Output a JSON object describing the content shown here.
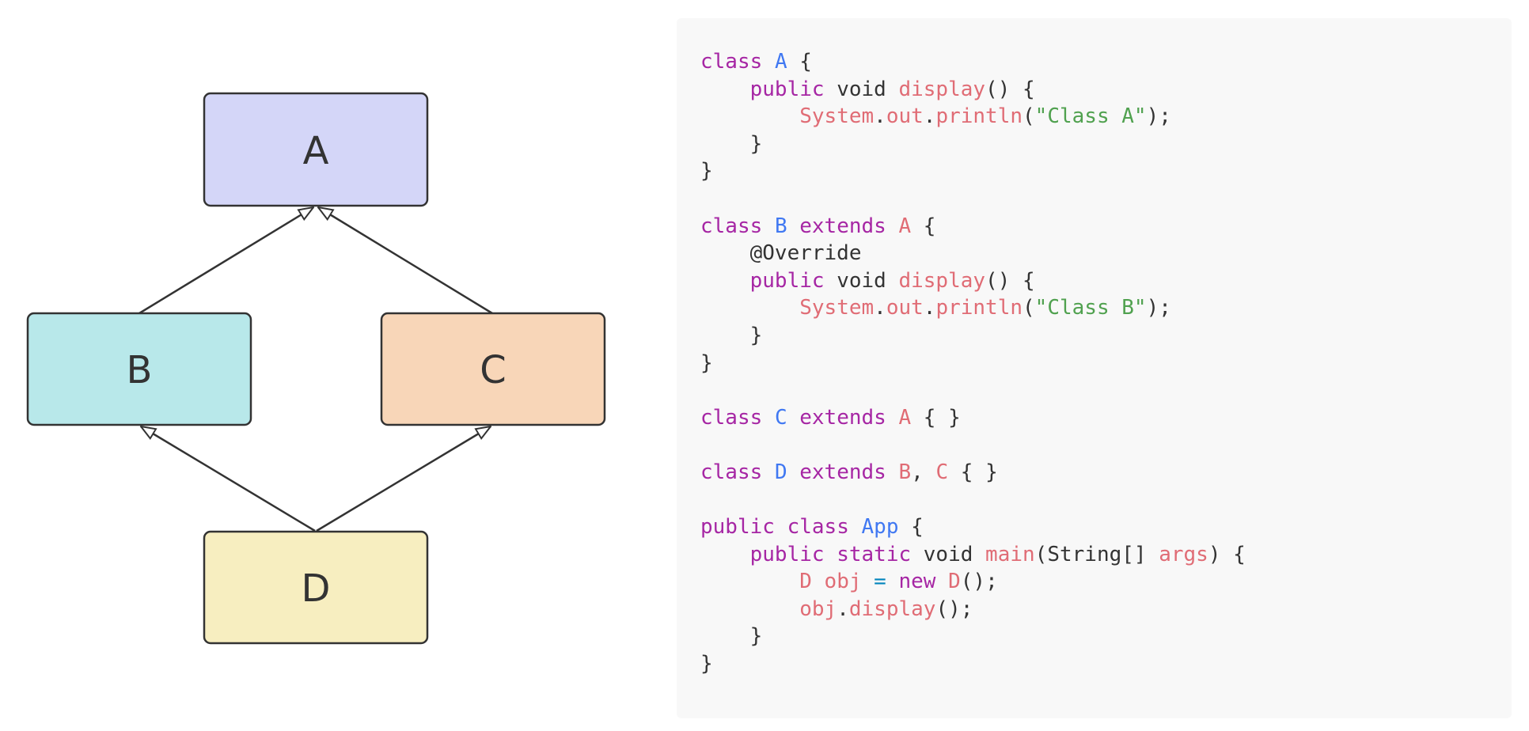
{
  "colors": {
    "node_a_fill": "#d4d6f8",
    "node_b_fill": "#b8e8ea",
    "node_c_fill": "#f8d6b8",
    "node_d_fill": "#f7eec0",
    "stroke": "#333333",
    "code_background": "#f8f8f8",
    "keyword": "#a626a4",
    "class_name": "#4078f2",
    "reference": "#e06c75",
    "string": "#50a14f",
    "operator": "#0184bc",
    "plain": "#333333"
  },
  "diagram": {
    "nodes": {
      "a": {
        "label": "A"
      },
      "b": {
        "label": "B"
      },
      "c": {
        "label": "C"
      },
      "d": {
        "label": "D"
      }
    },
    "edges": [
      {
        "from": "B",
        "to": "A"
      },
      {
        "from": "C",
        "to": "A"
      },
      {
        "from": "D",
        "to": "B"
      },
      {
        "from": "D",
        "to": "C"
      }
    ]
  },
  "code": {
    "lines": [
      [
        [
          "kw",
          "class"
        ],
        [
          "plain",
          " "
        ],
        [
          "cls",
          "A"
        ],
        [
          "plain",
          " {"
        ]
      ],
      [
        [
          "plain",
          "    "
        ],
        [
          "kw",
          "public"
        ],
        [
          "plain",
          " void "
        ],
        [
          "ref",
          "display"
        ],
        [
          "plain",
          "() {"
        ]
      ],
      [
        [
          "plain",
          "        "
        ],
        [
          "ref",
          "System"
        ],
        [
          "plain",
          "."
        ],
        [
          "ref",
          "out"
        ],
        [
          "plain",
          "."
        ],
        [
          "ref",
          "println"
        ],
        [
          "plain",
          "("
        ],
        [
          "str",
          "\"Class A\""
        ],
        [
          "plain",
          ");"
        ]
      ],
      [
        [
          "plain",
          "    }"
        ]
      ],
      [
        [
          "plain",
          "}"
        ]
      ],
      [],
      [
        [
          "kw",
          "class"
        ],
        [
          "plain",
          " "
        ],
        [
          "cls",
          "B"
        ],
        [
          "plain",
          " "
        ],
        [
          "kw",
          "extends"
        ],
        [
          "plain",
          " "
        ],
        [
          "ref",
          "A"
        ],
        [
          "plain",
          " {"
        ]
      ],
      [
        [
          "plain",
          "    @Override"
        ]
      ],
      [
        [
          "plain",
          "    "
        ],
        [
          "kw",
          "public"
        ],
        [
          "plain",
          " void "
        ],
        [
          "ref",
          "display"
        ],
        [
          "plain",
          "() {"
        ]
      ],
      [
        [
          "plain",
          "        "
        ],
        [
          "ref",
          "System"
        ],
        [
          "plain",
          "."
        ],
        [
          "ref",
          "out"
        ],
        [
          "plain",
          "."
        ],
        [
          "ref",
          "println"
        ],
        [
          "plain",
          "("
        ],
        [
          "str",
          "\"Class B\""
        ],
        [
          "plain",
          ");"
        ]
      ],
      [
        [
          "plain",
          "    }"
        ]
      ],
      [
        [
          "plain",
          "}"
        ]
      ],
      [],
      [
        [
          "kw",
          "class"
        ],
        [
          "plain",
          " "
        ],
        [
          "cls",
          "C"
        ],
        [
          "plain",
          " "
        ],
        [
          "kw",
          "extends"
        ],
        [
          "plain",
          " "
        ],
        [
          "ref",
          "A"
        ],
        [
          "plain",
          " { }"
        ]
      ],
      [],
      [
        [
          "kw",
          "class"
        ],
        [
          "plain",
          " "
        ],
        [
          "cls",
          "D"
        ],
        [
          "plain",
          " "
        ],
        [
          "kw",
          "extends"
        ],
        [
          "plain",
          " "
        ],
        [
          "ref",
          "B"
        ],
        [
          "plain",
          ", "
        ],
        [
          "ref",
          "C"
        ],
        [
          "plain",
          " { }"
        ]
      ],
      [],
      [
        [
          "kw",
          "public"
        ],
        [
          "plain",
          " "
        ],
        [
          "kw",
          "class"
        ],
        [
          "plain",
          " "
        ],
        [
          "cls",
          "App"
        ],
        [
          "plain",
          " {"
        ]
      ],
      [
        [
          "plain",
          "    "
        ],
        [
          "kw",
          "public"
        ],
        [
          "plain",
          " "
        ],
        [
          "kw",
          "static"
        ],
        [
          "plain",
          " void "
        ],
        [
          "ref",
          "main"
        ],
        [
          "plain",
          "(String[] "
        ],
        [
          "ref",
          "args"
        ],
        [
          "plain",
          ") {"
        ]
      ],
      [
        [
          "plain",
          "        "
        ],
        [
          "ref",
          "D"
        ],
        [
          "plain",
          " "
        ],
        [
          "ref",
          "obj"
        ],
        [
          "plain",
          " "
        ],
        [
          "op",
          "="
        ],
        [
          "plain",
          " "
        ],
        [
          "kw",
          "new"
        ],
        [
          "plain",
          " "
        ],
        [
          "ref",
          "D"
        ],
        [
          "plain",
          "();"
        ]
      ],
      [
        [
          "plain",
          "        "
        ],
        [
          "ref",
          "obj"
        ],
        [
          "plain",
          "."
        ],
        [
          "ref",
          "display"
        ],
        [
          "plain",
          "();"
        ]
      ],
      [
        [
          "plain",
          "    }"
        ]
      ],
      [
        [
          "plain",
          "}"
        ]
      ]
    ]
  }
}
